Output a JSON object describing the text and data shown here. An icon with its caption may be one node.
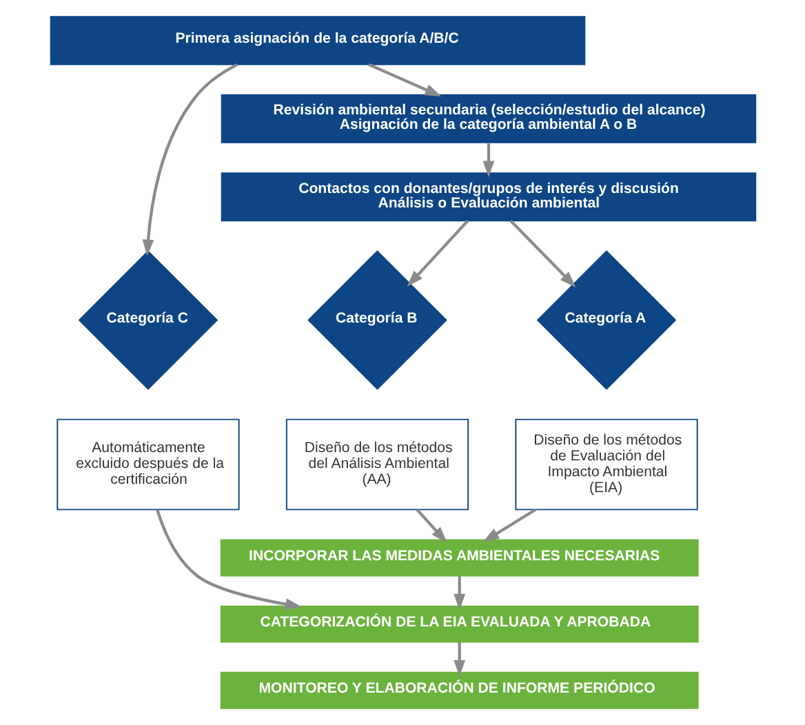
{
  "diagram": {
    "nodes": [
      {
        "text": [
          "Primera asignación de la categoría A/B/C"
        ]
      },
      {
        "text": [
          "Revisión ambiental secundaria (selección/estudio del alcance)",
          "Asignación de la categoría ambiental A o B"
        ]
      },
      {
        "text": [
          "Contactos con donantes/grupos de interés y discusión",
          "Análisis o Evaluación ambiental"
        ]
      },
      {
        "text": [
          "Categoría C"
        ]
      },
      {
        "text": [
          "Categoría B"
        ]
      },
      {
        "text": [
          "Categoría A"
        ]
      },
      {
        "text": [
          "Automáticamente excluido después de la certificación"
        ]
      },
      {
        "text": [
          "Diseño de los métodos del Análisis Ambiental (AA)"
        ]
      },
      {
        "text": [
          "Diseño de los métodos de Evaluación del Impacto Ambiental (EIA)"
        ]
      },
      {
        "text": [
          "INCORPORAR LAS MEDIDAS AMBIENTALES NECESARIAS"
        ]
      },
      {
        "text": [
          "CATEGORIZACIÓN DE LA EIA EVALUADA Y APROBADA"
        ]
      },
      {
        "text": [
          "MONITOREO Y ELABORACIÓN DE INFORME PERIÓDICO"
        ]
      }
    ],
    "edges": [
      {
        "from": 0,
        "to": 3,
        "arrow": "to"
      },
      {
        "from": 0,
        "to": 1,
        "arrow": "to"
      },
      {
        "from": 1,
        "to": 2,
        "arrow": "to"
      },
      {
        "from": 2,
        "to": 4,
        "arrow": "to"
      },
      {
        "from": 2,
        "to": 5,
        "arrow": "to"
      },
      {
        "from": 7,
        "to": 9,
        "arrow": "to"
      },
      {
        "from": 8,
        "to": 9,
        "arrow": "to"
      },
      {
        "from": 9,
        "to": 10,
        "arrow": "to"
      },
      {
        "from": 6,
        "to": 10,
        "arrow": "to"
      },
      {
        "from": 10,
        "to": 11,
        "arrow": "to"
      }
    ]
  }
}
